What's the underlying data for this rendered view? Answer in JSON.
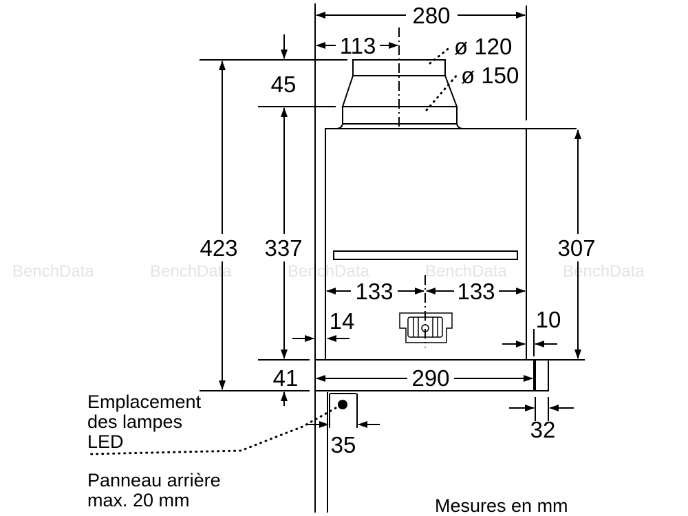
{
  "dimensions": {
    "width_total": "280",
    "duct_offset": "113",
    "duct_inner_diameter": "ø 120",
    "duct_outer_diameter": "ø 150",
    "duct_height": "45",
    "total_height": "423",
    "height_without_duct": "337",
    "body_height": "307",
    "filter_left": "133",
    "filter_right": "133",
    "left_gap": "14",
    "right_gap": "10",
    "strip_height": "41",
    "strip_width": "290",
    "front_depth": "32",
    "led_offset": "35"
  },
  "labels": {
    "led_line1": "Emplacement",
    "led_line2": "des lampes",
    "led_line3": "LED",
    "panel_line1": "Panneau arrière",
    "panel_line2": "max. 20 mm",
    "units": "Mesures en mm"
  },
  "watermark": "BenchData"
}
